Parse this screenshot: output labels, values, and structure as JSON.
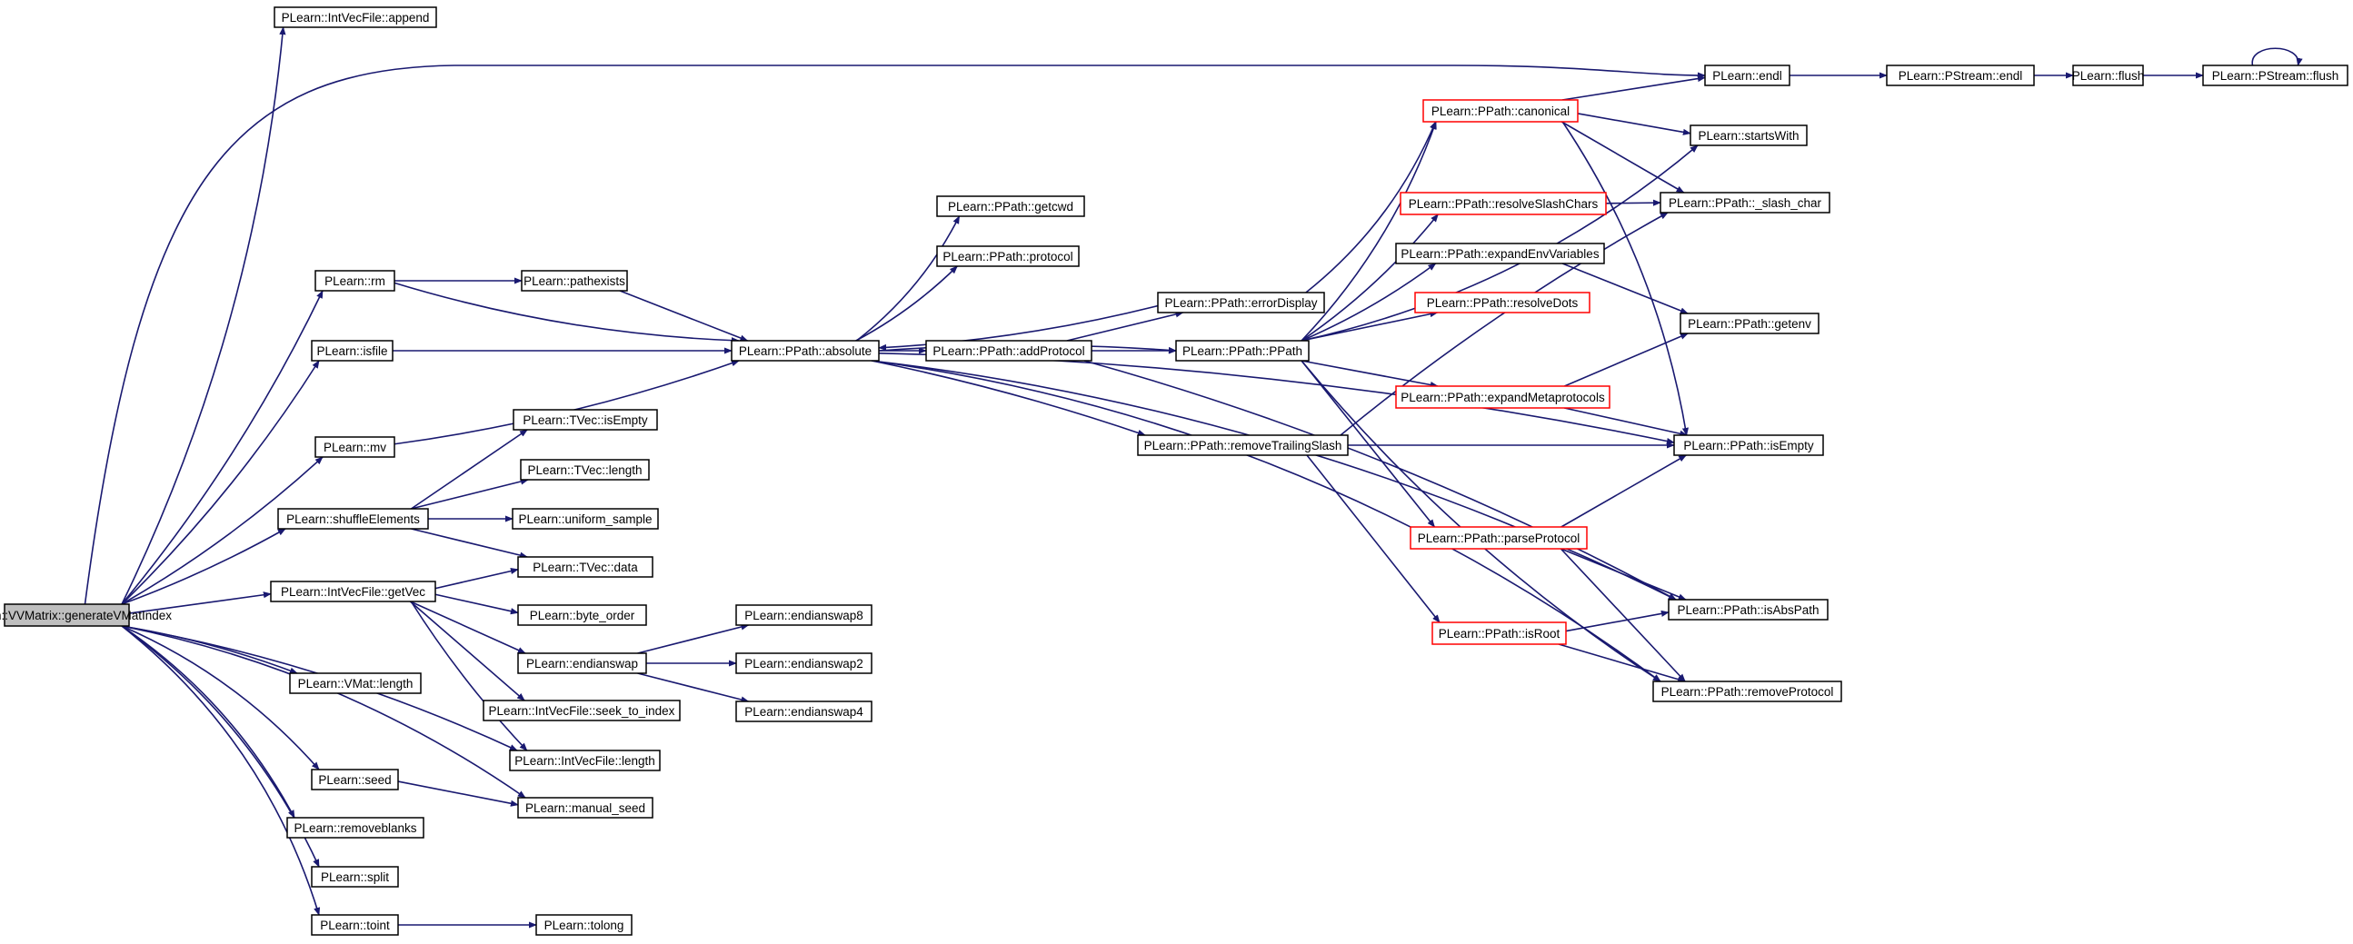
{
  "nodes": {
    "n_gen": "PLearn::VVMatrix::generateVMatIndex",
    "n_append": "PLearn::IntVecFile::append",
    "n_endl": "PLearn::endl",
    "n_psendl": "PLearn::PStream::endl",
    "n_flush": "PLearn::flush",
    "n_psflush": "PLearn::PStream::flush",
    "n_canonical": "PLearn::PPath::canonical",
    "n_startswith": "PLearn::startsWith",
    "n_getcwd": "PLearn::PPath::getcwd",
    "n_resolveslash": "PLearn::PPath::resolveSlashChars",
    "n_slashchar": "PLearn::PPath::_slash_char",
    "n_protocol": "PLearn::PPath::protocol",
    "n_expandenv": "PLearn::PPath::expandEnvVariables",
    "n_rm": "PLearn::rm",
    "n_pathexists": "PLearn::pathexists",
    "n_errordisplay": "PLearn::PPath::errorDisplay",
    "n_resolvedots": "PLearn::PPath::resolveDots",
    "n_getenv": "PLearn::PPath::getenv",
    "n_isfile": "PLearn::isfile",
    "n_absolute": "PLearn::PPath::absolute",
    "n_addprotocol": "PLearn::PPath::addProtocol",
    "n_ppath": "PLearn::PPath::PPath",
    "n_expandmeta": "PLearn::PPath::expandMetaprotocols",
    "n_tvecisempty": "PLearn::TVec::isEmpty",
    "n_mv": "PLearn::mv",
    "n_removetrailing": "PLearn::PPath::removeTrailingSlash",
    "n_isempty": "PLearn::PPath::isEmpty",
    "n_tveclength": "PLearn::TVec::length",
    "n_shuffle": "PLearn::shuffleElements",
    "n_uniform": "PLearn::uniform_sample",
    "n_parseprotocol": "PLearn::PPath::parseProtocol",
    "n_tvecdata": "PLearn::TVec::data",
    "n_getvec": "PLearn::IntVecFile::getVec",
    "n_byteorder": "PLearn::byte_order",
    "n_endianswap8": "PLearn::endianswap8",
    "n_isabspath": "PLearn::PPath::isAbsPath",
    "n_isroot": "PLearn::PPath::isRoot",
    "n_endianswap": "PLearn::endianswap",
    "n_endianswap2": "PLearn::endianswap2",
    "n_removeprotocol": "PLearn::PPath::removeProtocol",
    "n_vmatlength": "PLearn::VMat::length",
    "n_seektoindex": "PLearn::IntVecFile::seek_to_index",
    "n_endianswap4": "PLearn::endianswap4",
    "n_ivflength": "PLearn::IntVecFile::length",
    "n_seed": "PLearn::seed",
    "n_manualseed": "PLearn::manual_seed",
    "n_removeblanks": "PLearn::removeblanks",
    "n_split": "PLearn::split",
    "n_toint": "PLearn::toint",
    "n_tolong": "PLearn::tolong"
  },
  "colors": {
    "edge": "#191970",
    "node_border": "#000000",
    "truncated_node_border": "#ff0000",
    "root_fill": "#bfbfbf"
  }
}
